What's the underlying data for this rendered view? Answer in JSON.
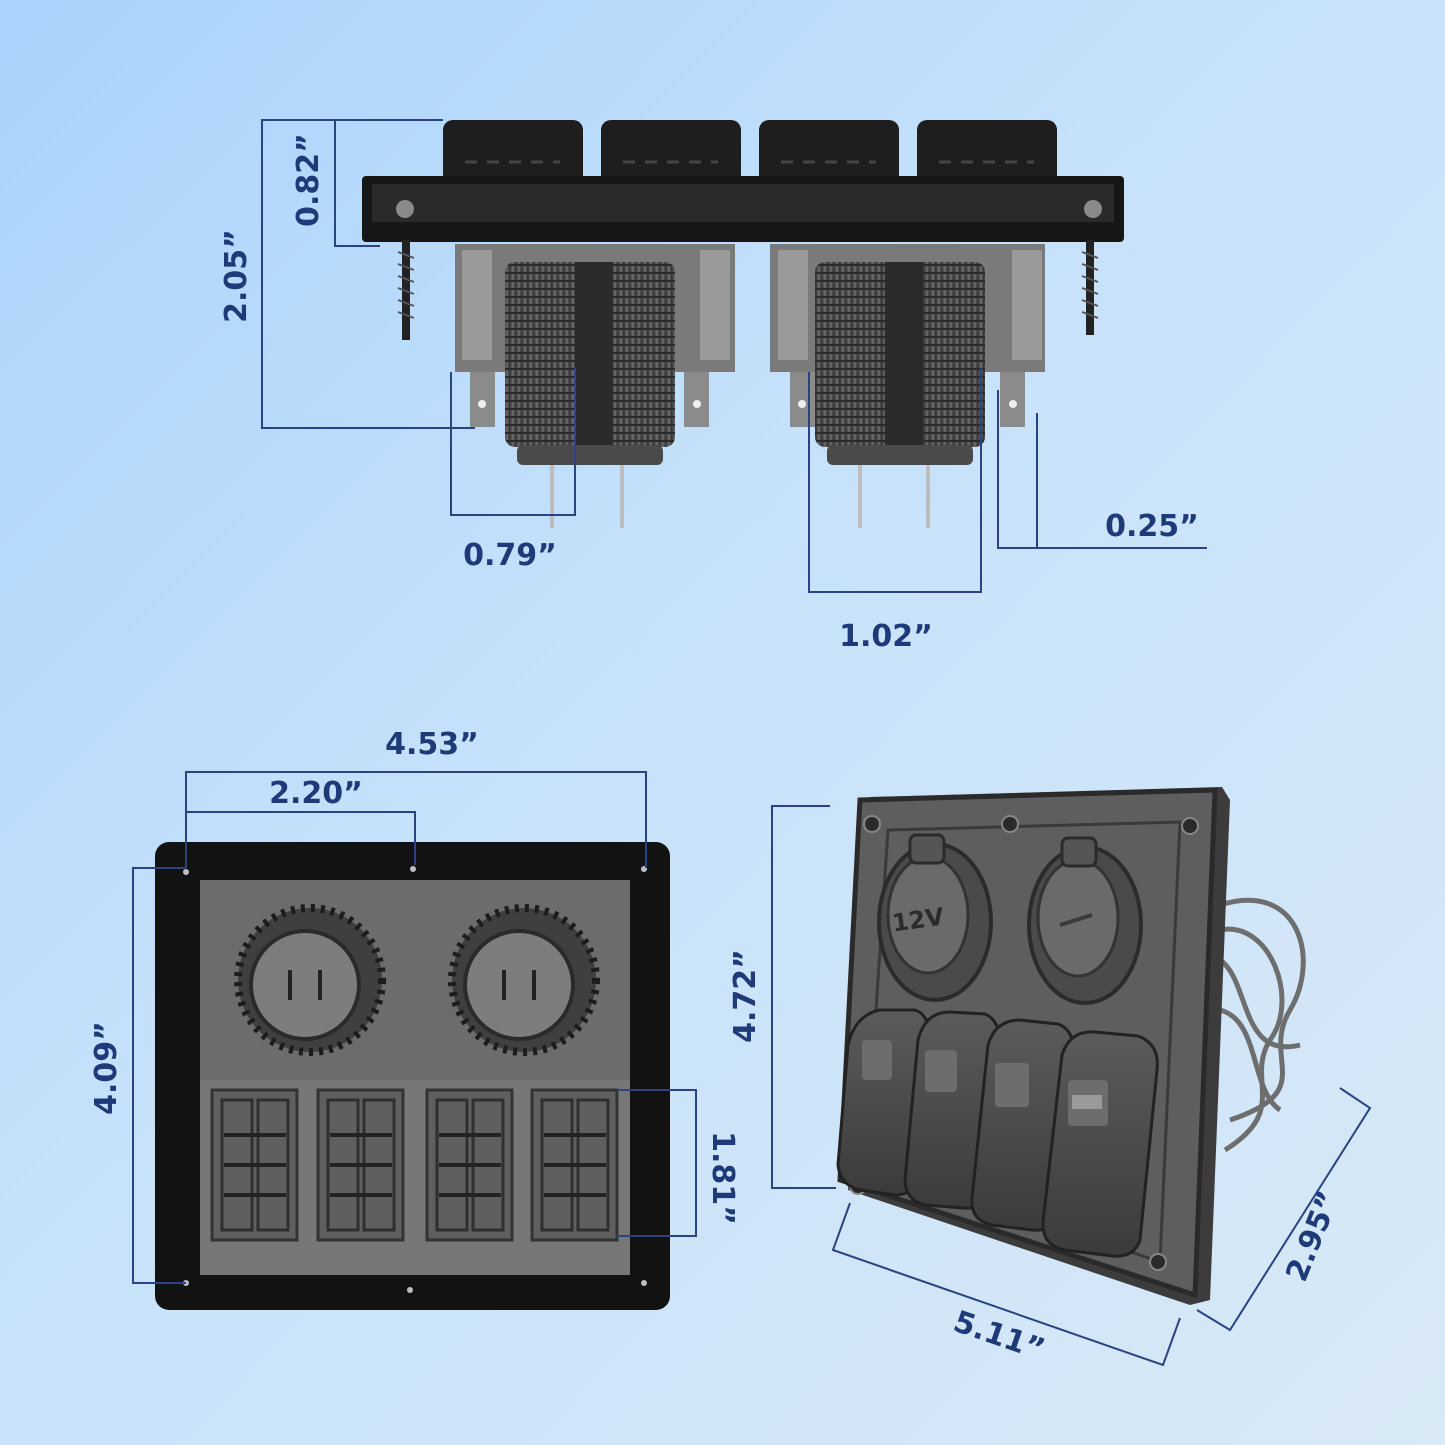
{
  "colors": {
    "background_top": "#a9d3fb",
    "background_bottom": "#d9e9f6",
    "dimension_text": "#1e3a78",
    "dimension_line": "#2a4383",
    "panel_dark": "#1b1b1b",
    "panel_face": "#6a6a6a"
  },
  "side_view": {
    "dim_plate_height": "0.82”",
    "dim_total_depth": "2.05”",
    "dim_socket_width": "0.79”",
    "dim_socket_body_width": "1.02”",
    "dim_terminal_width": "0.25”"
  },
  "front_view": {
    "dim_overall_width": "4.53”",
    "dim_hole_spacing": "2.20”",
    "dim_overall_height": "4.09”",
    "dim_switch_height": "1.81”"
  },
  "perspective_view": {
    "dim_height": "4.72”",
    "dim_width": "5.11”",
    "dim_depth": "2.95”",
    "socket_label": "12V"
  }
}
